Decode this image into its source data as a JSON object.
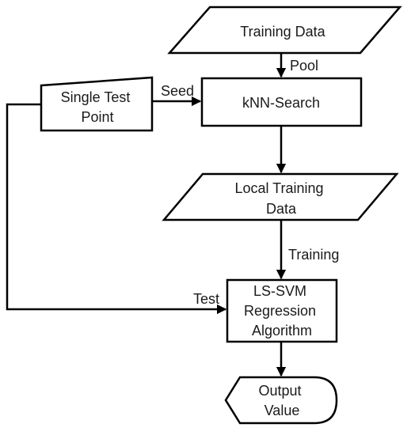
{
  "nodes": {
    "training_data": {
      "lines": [
        "Training Data"
      ]
    },
    "single_test_point": {
      "lines": [
        "Single Test",
        "Point"
      ]
    },
    "knn_search": {
      "lines": [
        "kNN-Search"
      ]
    },
    "local_training_data": {
      "lines": [
        "Local Training",
        "Data"
      ]
    },
    "lssvm": {
      "lines": [
        "LS-SVM",
        "Regression",
        "Algorithm"
      ]
    },
    "output_value": {
      "lines": [
        "Output",
        "Value"
      ]
    }
  },
  "edges": {
    "pool": "Pool",
    "seed": "Seed",
    "training": "Training",
    "test": "Test"
  },
  "colors": {
    "stroke": "#000000",
    "fill": "#ffffff",
    "text": "#1a1a1a"
  }
}
